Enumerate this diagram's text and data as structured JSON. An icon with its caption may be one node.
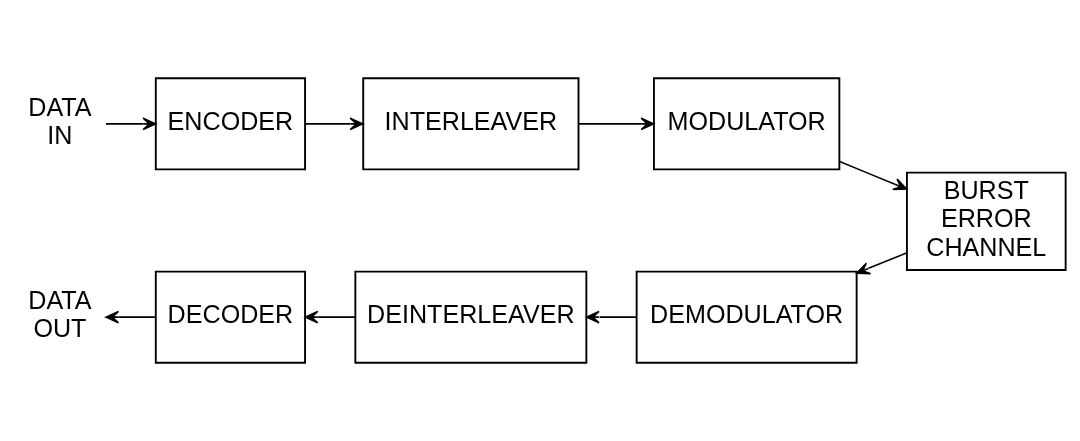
{
  "diagram": {
    "nodes": [
      {
        "text": [
          "DATA IN"
        ]
      },
      {
        "text": [
          "ENCODER"
        ]
      },
      {
        "text": [
          "INTERLEAVER"
        ]
      },
      {
        "text": [
          "MODULATOR"
        ]
      },
      {
        "text": [
          "BURST ERROR CHANNEL"
        ]
      },
      {
        "text": [
          "DEMODULATOR"
        ]
      },
      {
        "text": [
          "DEINTERLEAVER"
        ]
      },
      {
        "text": [
          "DECODER"
        ]
      },
      {
        "text": [
          "DATA OUT"
        ]
      }
    ],
    "edges": [
      {
        "from": 0,
        "to": 1,
        "arrow": "to"
      },
      {
        "from": 1,
        "to": 2,
        "arrow": "to"
      },
      {
        "from": 2,
        "to": 3,
        "arrow": "to"
      },
      {
        "from": 3,
        "to": 4,
        "arrow": "to"
      },
      {
        "from": 4,
        "to": 5,
        "arrow": "to"
      },
      {
        "from": 5,
        "to": 6,
        "arrow": "to"
      },
      {
        "from": 6,
        "to": 7,
        "arrow": "to"
      },
      {
        "from": 7,
        "to": 8,
        "arrow": "to"
      }
    ]
  }
}
